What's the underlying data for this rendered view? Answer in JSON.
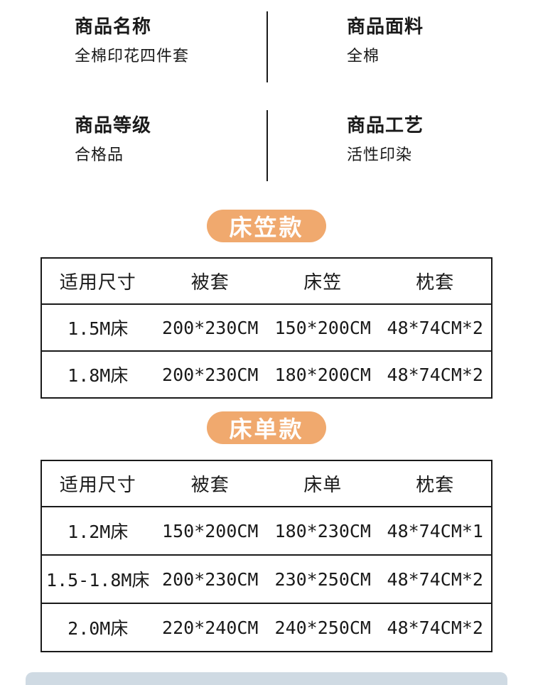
{
  "colors": {
    "badge_orange": "#f0a96e",
    "table_border": "#1a1a1a",
    "text": "#1a1a1a",
    "footer_bar": "#cfdae3",
    "badge_text": "#ffffff"
  },
  "attributes": [
    {
      "label": "商品名称",
      "value": "全棉印花四件套"
    },
    {
      "label": "商品面料",
      "value": "全棉"
    },
    {
      "label": "商品等级",
      "value": "合格品"
    },
    {
      "label": "商品工艺",
      "value": "活性印染"
    }
  ],
  "badges": [
    {
      "text": "床笠款"
    },
    {
      "text": "床单款"
    }
  ],
  "tables": [
    {
      "headers": [
        "适用尺寸",
        "被套",
        "床笠",
        "枕套"
      ],
      "rows": [
        [
          "1.5M床",
          "200*230CM",
          "150*200CM",
          "48*74CM*2"
        ],
        [
          "1.8M床",
          "200*230CM",
          "180*200CM",
          "48*74CM*2"
        ]
      ]
    },
    {
      "headers": [
        "适用尺寸",
        "被套",
        "床单",
        "枕套"
      ],
      "rows": [
        [
          "1.2M床",
          "150*200CM",
          "180*230CM",
          "48*74CM*1"
        ],
        [
          "1.5-1.8M床",
          "200*230CM",
          "230*250CM",
          "48*74CM*2"
        ],
        [
          "2.0M床",
          "220*240CM",
          "240*250CM",
          "48*74CM*2"
        ]
      ]
    }
  ]
}
